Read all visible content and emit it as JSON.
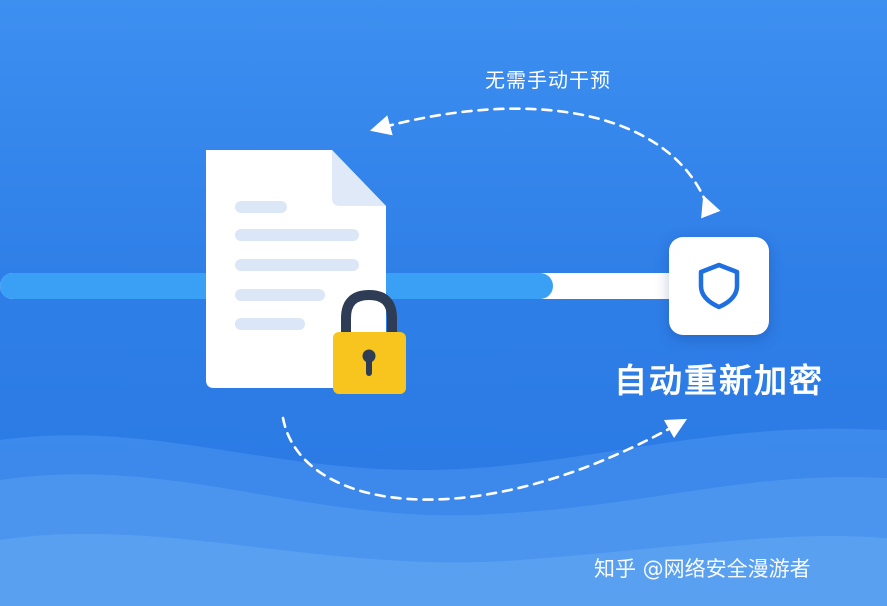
{
  "top_label": "无需手动干预",
  "main_label": "自动重新加密",
  "watermark": "知乎 @网络安全漫游者",
  "icons": {
    "document": "document-icon",
    "lock": "padlock-icon",
    "shield": "shield-icon"
  },
  "colors": {
    "background": "#2f7fe8",
    "lock_body": "#f7c51e",
    "lock_shackle": "#2f3c55",
    "shield_stroke": "#1f6fe0",
    "progress_fill": "#3aa0f5",
    "progress_track": "#ffffff"
  }
}
